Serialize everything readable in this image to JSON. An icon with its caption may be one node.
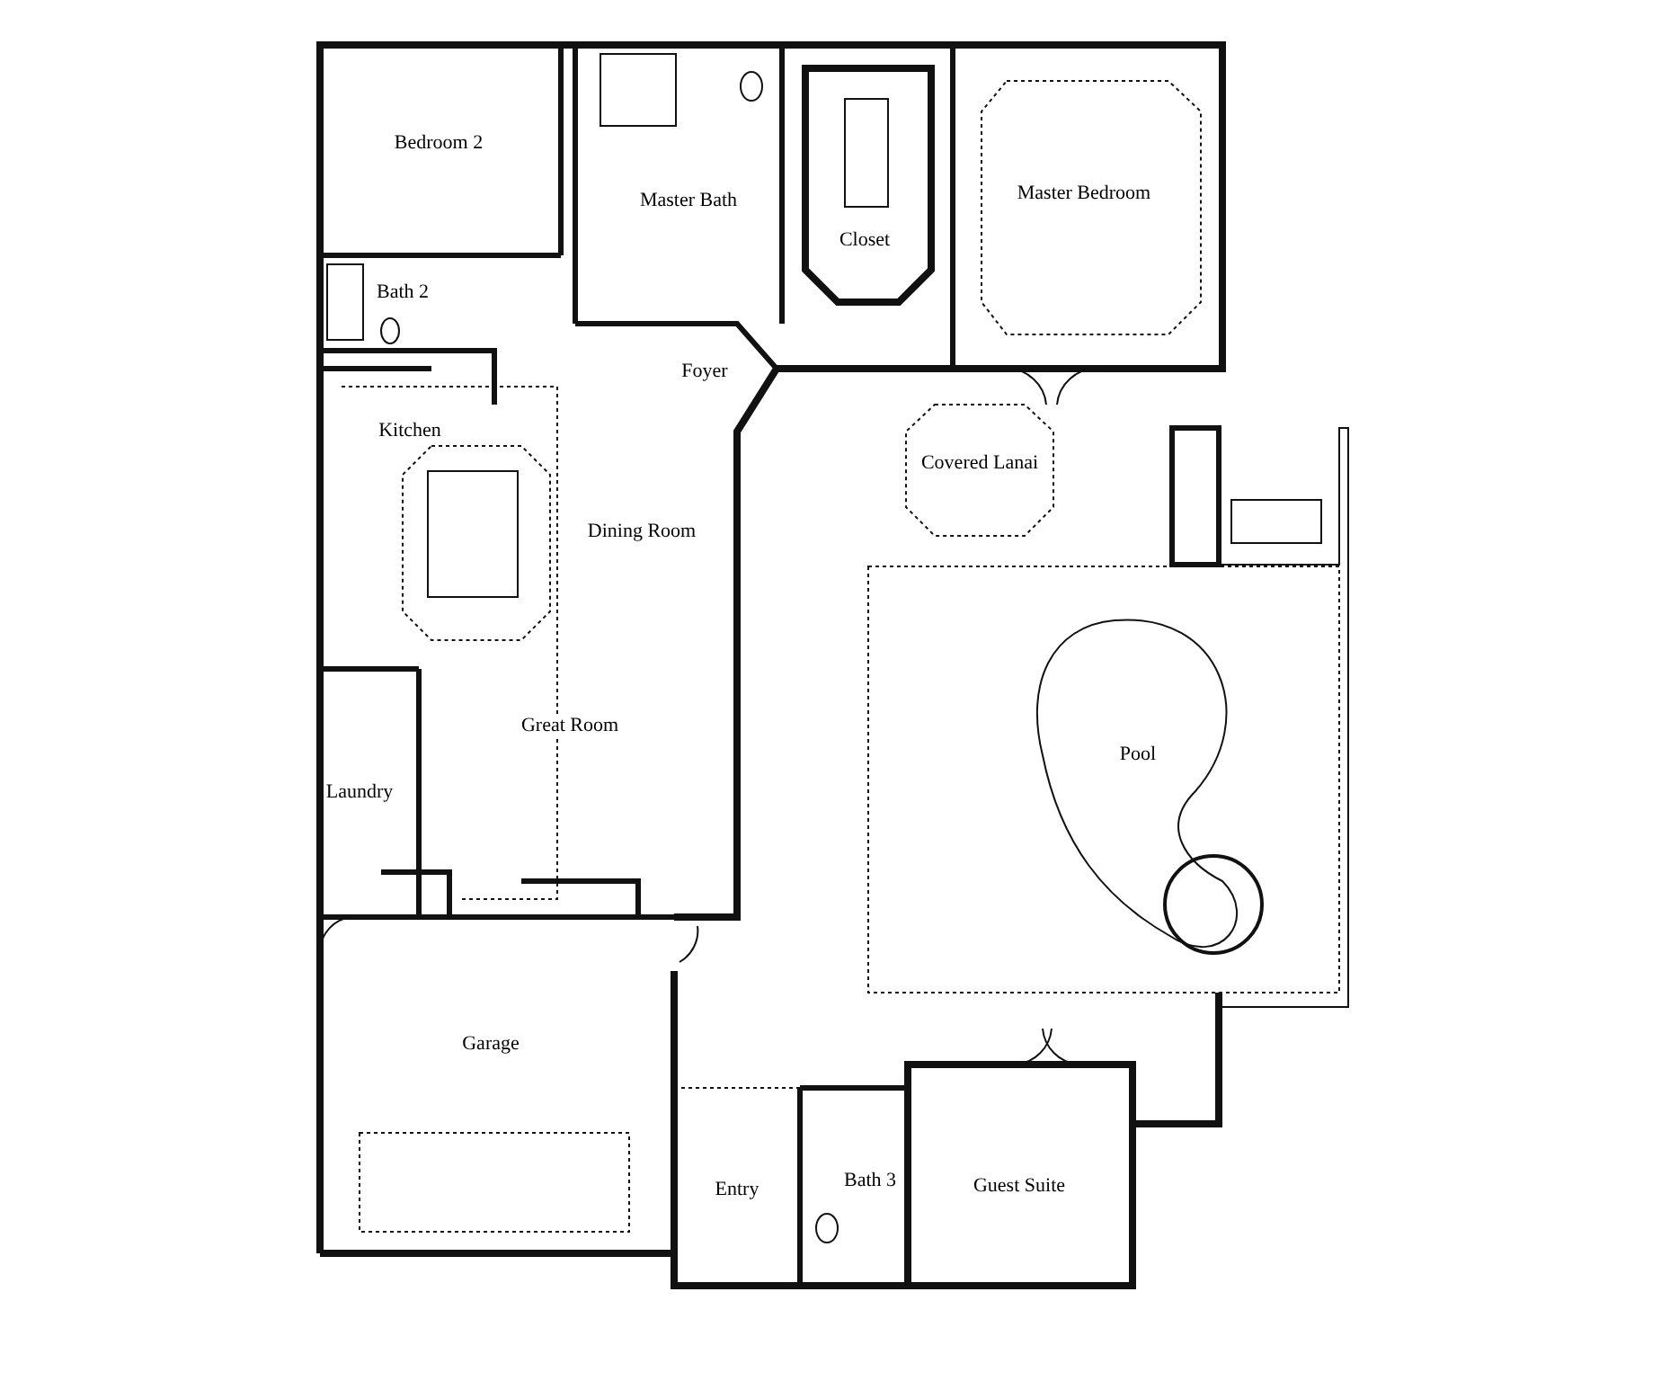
{
  "diagram": {
    "labels": [
      "Bedroom 2",
      "Master Bath",
      "Closet",
      "Master Bedroom",
      "Bath 2",
      "Foyer",
      "Kitchen",
      "Covered Lanai",
      "Dining Room",
      "Great Room",
      "Pool",
      "Laundry",
      "Garage",
      "Entry",
      "Bath 3",
      "Guest Suite"
    ]
  }
}
